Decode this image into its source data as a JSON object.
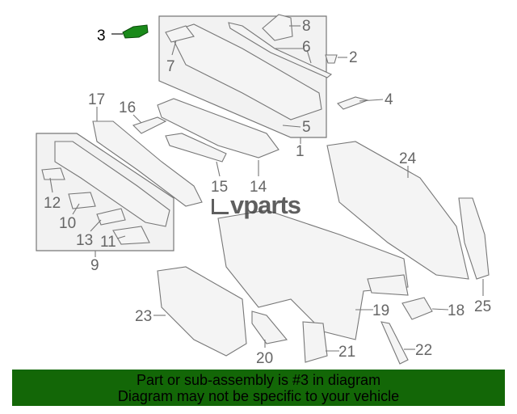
{
  "diagram": {
    "highlight_color": "#1a8a1a",
    "labels": {
      "p1": "1",
      "p2": "2",
      "p3": "3",
      "p4": "4",
      "p5": "5",
      "p6": "6",
      "p7": "7",
      "p8": "8",
      "p9": "9",
      "p10": "10",
      "p11": "11",
      "p12": "12",
      "p13": "13",
      "p14": "14",
      "p15": "15",
      "p16": "16",
      "p17": "17",
      "p18": "18",
      "p19": "19",
      "p20": "20",
      "p21": "21",
      "p22": "22",
      "p23": "23",
      "p24": "24",
      "p25": "25"
    }
  },
  "watermark": {
    "text": "vparts"
  },
  "banner": {
    "line1": "Part or sub-assembly is #3 in diagram",
    "line2": "Diagram may not be specific to your vehicle",
    "color": "#136707"
  }
}
